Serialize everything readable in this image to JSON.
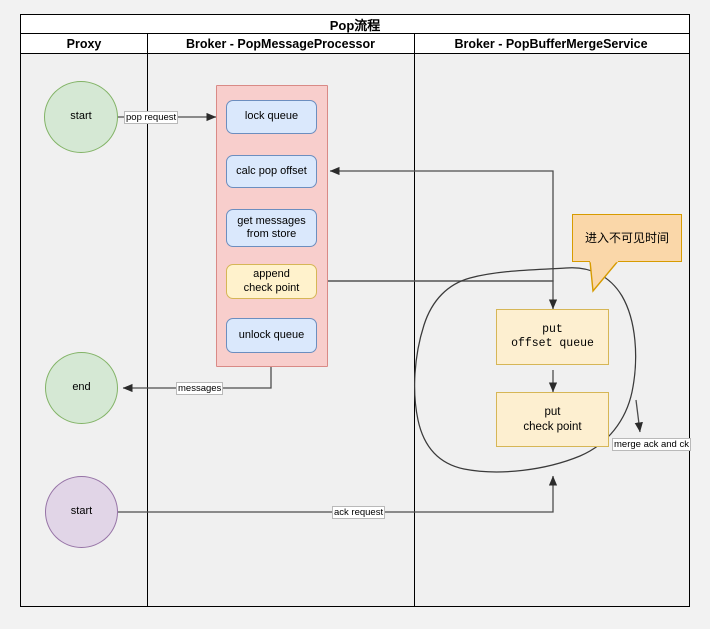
{
  "diagram": {
    "title": "Pop流程",
    "lanes": [
      {
        "label": "Proxy"
      },
      {
        "label": "Broker - PopMessageProcessor"
      },
      {
        "label": "Broker - PopBufferMergeService"
      }
    ],
    "colors": {
      "green_fill": "#d5e8d4",
      "green_stroke": "#82b366",
      "purple_fill": "#e1d5e7",
      "purple_stroke": "#9673a6",
      "blue_fill": "#dae8fc",
      "blue_stroke": "#6c8ebf",
      "yellow_fill": "#fff2cc",
      "yellow_stroke": "#d6b656",
      "pink_fill": "#f8cecc",
      "pink_stroke": "#d98a86",
      "callout_fill": "#fad7a9",
      "callout_stroke": "#d79b00",
      "lane_bg": "#f0f0f0",
      "edge_stroke": "#4d4d4d"
    },
    "nodes": {
      "start_pop": "start",
      "end_pop": "end",
      "start_ack": "start",
      "lock_queue": "lock queue",
      "calc_pop_offset": "calc pop offset",
      "get_messages": "get messages\nfrom store",
      "append_check_point": "append\ncheck point",
      "unlock_queue": "unlock queue",
      "put_offset_queue": "put\noffset queue",
      "put_check_point": "put\ncheck point",
      "callout_invisible_time": "进入不可见时间"
    },
    "edge_labels": {
      "pop_request": "pop request",
      "messages": "messages",
      "ack_request": "ack request",
      "merge_ack_and_ck": "merge ack and ck"
    }
  }
}
